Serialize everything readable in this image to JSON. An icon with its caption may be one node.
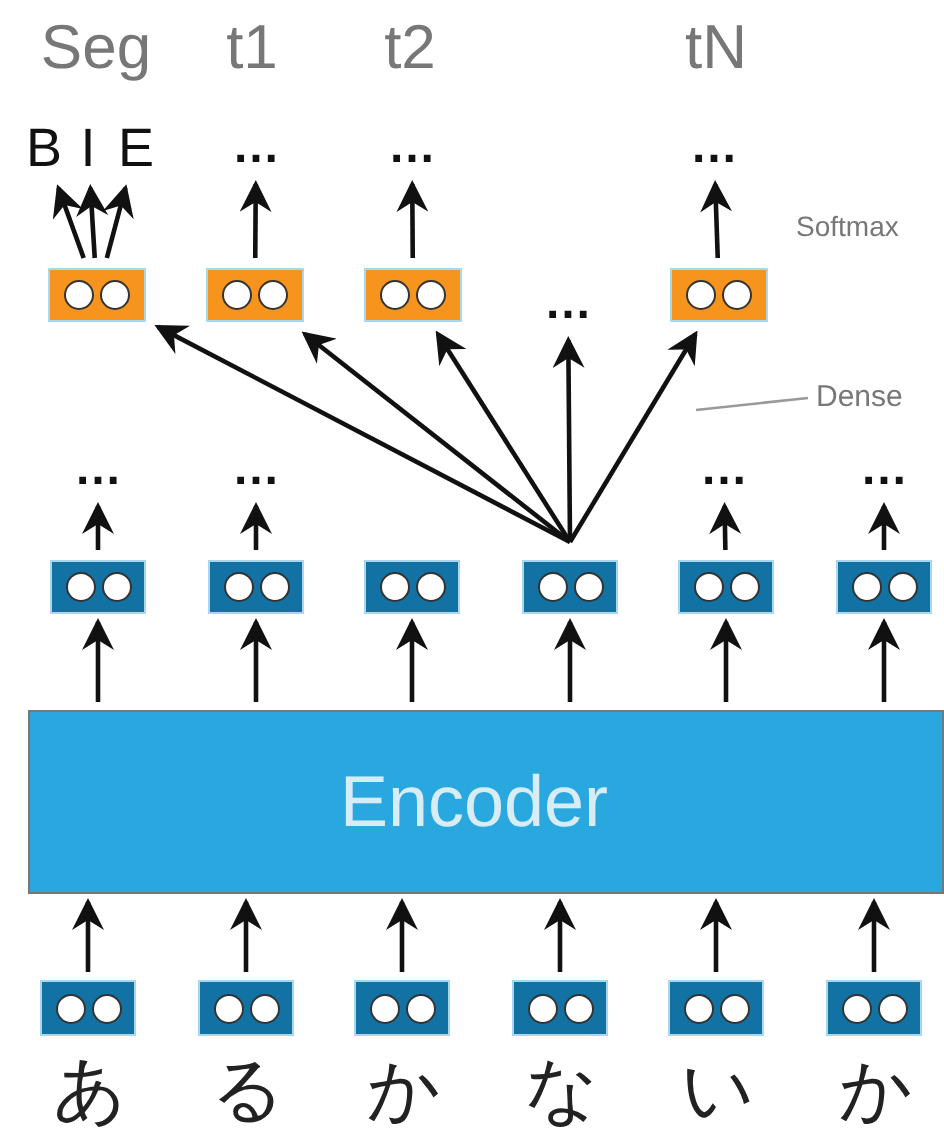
{
  "diagram": {
    "nodes": [
      {
        "text": [
          "B"
        ]
      },
      {
        "text": [
          "I"
        ]
      },
      {
        "text": [
          "E"
        ]
      },
      {
        "text": [
          "…"
        ]
      },
      {
        "text": [
          "…"
        ]
      },
      {
        "text": [
          "…"
        ]
      },
      {
        "text": [],
        "shape": "box"
      },
      {
        "text": [],
        "shape": "box"
      },
      {
        "text": [],
        "shape": "box"
      },
      {
        "text": [],
        "shape": "box"
      },
      {
        "text": [
          "…"
        ]
      },
      {
        "text": [
          "Dense"
        ]
      },
      {
        "text": [
          "…"
        ]
      },
      {
        "text": [
          "…"
        ]
      },
      {
        "text": [
          "…"
        ]
      },
      {
        "text": [
          "…"
        ]
      },
      {
        "text": [],
        "shape": "box"
      },
      {
        "text": [],
        "shape": "box"
      },
      {
        "text": [],
        "shape": "box"
      },
      {
        "text": [],
        "shape": "box"
      },
      {
        "text": [],
        "shape": "box"
      },
      {
        "text": [],
        "shape": "box"
      },
      {
        "text": [
          "Encoder"
        ]
      },
      {
        "text": [],
        "shape": "box",
        "beside": [
          "あ"
        ]
      },
      {
        "text": [],
        "shape": "box",
        "beside": [
          "る"
        ]
      },
      {
        "text": [],
        "shape": "box",
        "beside": [
          "か"
        ]
      },
      {
        "text": [],
        "shape": "box",
        "beside": [
          "な"
        ]
      },
      {
        "text": [],
        "shape": "box",
        "beside": [
          "い"
        ]
      },
      {
        "text": [],
        "shape": "box",
        "beside": [
          "か"
        ]
      }
    ],
    "edges": [
      {
        "from": 23,
        "to": 22,
        "arrow": "to"
      },
      {
        "from": 24,
        "to": 22,
        "arrow": "to"
      },
      {
        "from": 25,
        "to": 22,
        "arrow": "to"
      },
      {
        "from": 26,
        "to": 22,
        "arrow": "to"
      },
      {
        "from": 27,
        "to": 22,
        "arrow": "to"
      },
      {
        "from": 28,
        "to": 22,
        "arrow": "to"
      },
      {
        "from": 22,
        "to": 16,
        "arrow": "to"
      },
      {
        "from": 22,
        "to": 17,
        "arrow": "to"
      },
      {
        "from": 22,
        "to": 18,
        "arrow": "to"
      },
      {
        "from": 22,
        "to": 19,
        "arrow": "to"
      },
      {
        "from": 22,
        "to": 20,
        "arrow": "to"
      },
      {
        "from": 22,
        "to": 21,
        "arrow": "to"
      },
      {
        "from": 16,
        "to": 12,
        "arrow": "to"
      },
      {
        "from": 17,
        "to": 13,
        "arrow": "to"
      },
      {
        "from": 20,
        "to": 14,
        "arrow": "to"
      },
      {
        "from": 21,
        "to": 15,
        "arrow": "to"
      },
      {
        "from": 19,
        "to": 6,
        "arrow": "to"
      },
      {
        "from": 19,
        "to": 7,
        "arrow": "to"
      },
      {
        "from": 19,
        "to": 8,
        "arrow": "to"
      },
      {
        "from": 19,
        "to": 10,
        "arrow": "to"
      },
      {
        "from": 19,
        "to": 9,
        "arrow": "to"
      },
      {
        "from": 6,
        "to": 0,
        "arrow": "to"
      },
      {
        "from": 6,
        "to": 1,
        "arrow": "to"
      },
      {
        "from": 6,
        "to": 2,
        "arrow": "to"
      },
      {
        "from": 7,
        "to": 3,
        "arrow": "to"
      },
      {
        "from": 8,
        "to": 4,
        "arrow": "to"
      },
      {
        "from": 9,
        "to": 5,
        "arrow": "to"
      },
      {
        "from": 11,
        "to": null,
        "arrow": "none",
        "color": "#999999"
      }
    ],
    "labels": [
      "Seg",
      "t1",
      "t2",
      "tN",
      "Softmax"
    ]
  }
}
